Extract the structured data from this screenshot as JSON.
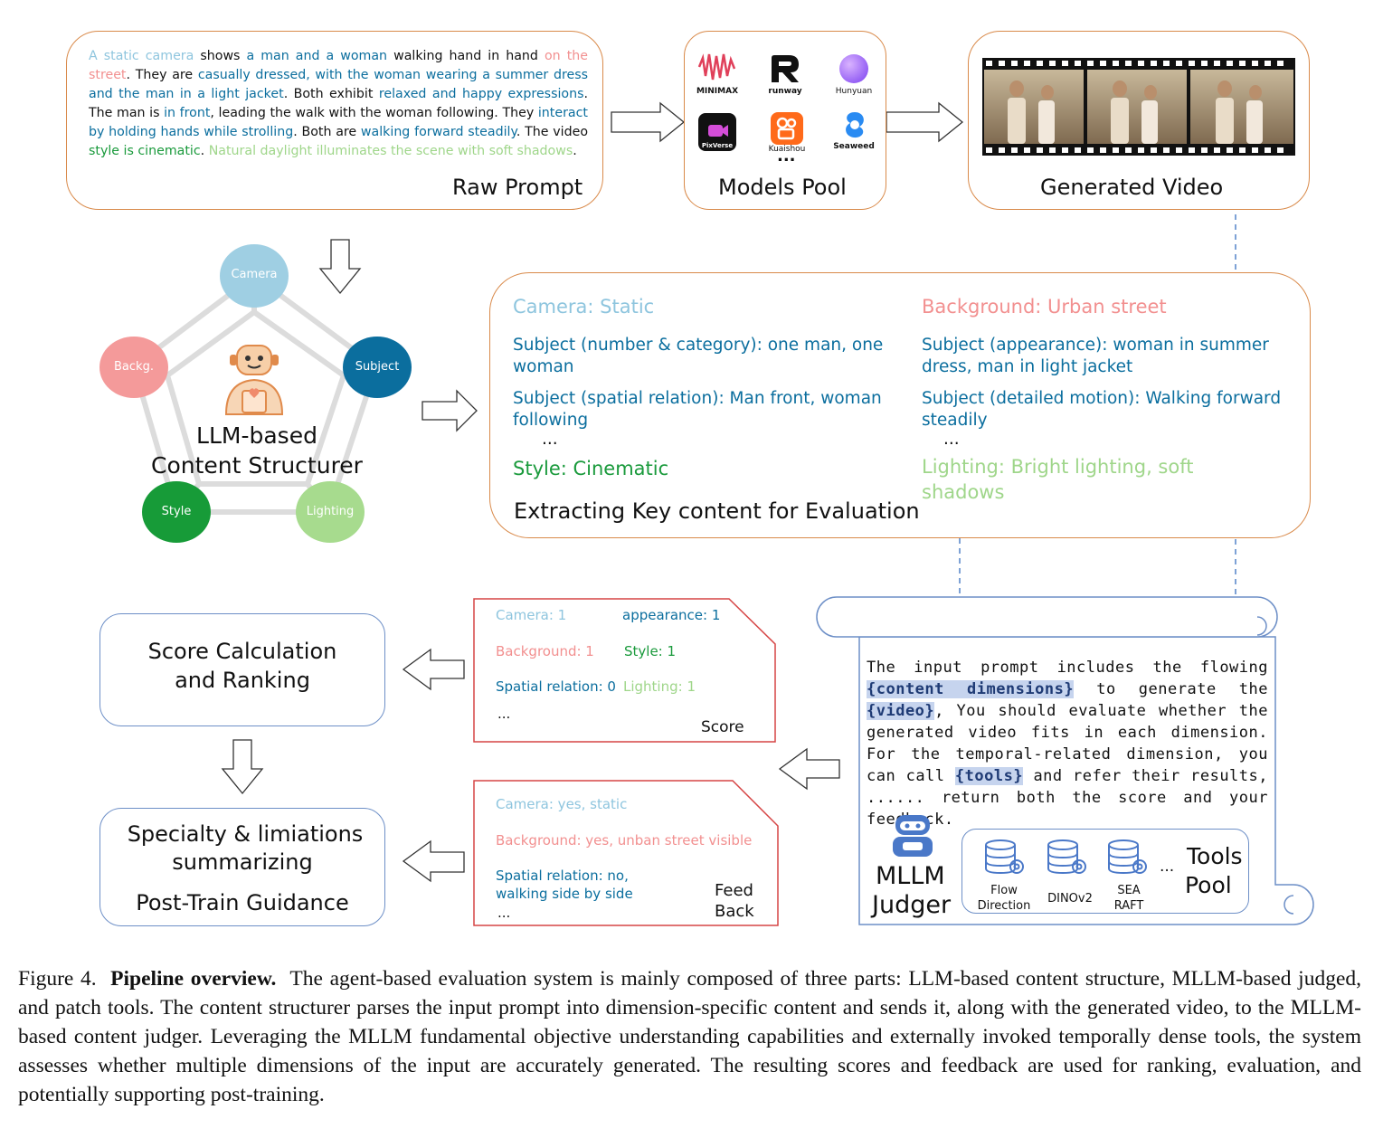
{
  "raw_prompt": {
    "label": "Raw Prompt",
    "segments": [
      {
        "text": "A static camera",
        "cls": "c-camera"
      },
      {
        "text": " shows ",
        "cls": ""
      },
      {
        "text": "a man and a woman",
        "cls": "c-subject"
      },
      {
        "text": " walking hand in hand ",
        "cls": ""
      },
      {
        "text": "on the street",
        "cls": "c-bg"
      },
      {
        "text": ". They are ",
        "cls": ""
      },
      {
        "text": "casually dressed, with the woman wearing a summer dress and the man in a light jacket",
        "cls": "c-subject"
      },
      {
        "text": ". Both exhibit ",
        "cls": ""
      },
      {
        "text": "relaxed and happy expressions",
        "cls": "c-subject"
      },
      {
        "text": ". The man is ",
        "cls": ""
      },
      {
        "text": "in front",
        "cls": "c-subject"
      },
      {
        "text": ", leading the walk with the woman following. They ",
        "cls": ""
      },
      {
        "text": "interact by holding hands while strolling",
        "cls": "c-subject"
      },
      {
        "text": ". Both are ",
        "cls": ""
      },
      {
        "text": "walking forward steadily",
        "cls": "c-subject"
      },
      {
        "text": ". The video ",
        "cls": ""
      },
      {
        "text": "style is cinematic",
        "cls": "c-style"
      },
      {
        "text": ". ",
        "cls": ""
      },
      {
        "text": "Natural daylight illuminates the scene with soft shadows",
        "cls": "c-light"
      },
      {
        "text": ".",
        "cls": ""
      }
    ]
  },
  "models_pool": {
    "label": "Models Pool",
    "models": [
      "MINIMAX",
      "runway",
      "Hunyuan",
      "PixVerse",
      "Kuaishou",
      "Seaweed"
    ],
    "ellipsis": "..."
  },
  "generated_video": {
    "label": "Generated Video"
  },
  "structurer": {
    "label_line1": "LLM-based",
    "label_line2": "Content Structurer",
    "nodes": {
      "camera": "Camera",
      "subject": "Subject",
      "background": "Backg.",
      "style": "Style",
      "lighting": "Lighting"
    }
  },
  "key_content": {
    "title": "Extracting Key content for Evaluation",
    "camera": "Camera: Static",
    "background": "Background: Urban street",
    "subject_number": "Subject (number & category): one man, one woman",
    "subject_appearance": "Subject (appearance): woman in summer dress, man in light jacket",
    "subject_spatial": "Subject (spatial relation): Man front, woman following",
    "subject_motion": "Subject (detailed motion): Walking forward steadily",
    "ellipsis_left": "...",
    "ellipsis_right": "...",
    "style": "Style: Cinematic",
    "lighting": "Lighting: Bright lighting, soft shadows"
  },
  "score_card": {
    "label": "Score",
    "camera": "Camera: 1",
    "appearance": "appearance: 1",
    "background": "Background: 1",
    "style": "Style: 1",
    "spatial": "Spatial relation: 0",
    "lighting": "Lighting: 1",
    "ellipsis": "..."
  },
  "feedback_card": {
    "label_line1": "Feed",
    "label_line2": "Back",
    "camera": "Camera: yes, static",
    "background": "Background: yes, unban street visible",
    "spatial_line1": "Spatial relation: no,",
    "spatial_line2": "walking side by side",
    "ellipsis": "..."
  },
  "score_calc": {
    "line1": "Score Calculation",
    "line2": "and Ranking"
  },
  "specialty": {
    "line1": "Specialty & limiations",
    "line2": "summarizing",
    "line3": "Post-Train Guidance"
  },
  "judger": {
    "label_line1": "MLLM",
    "label_line2": "Judger",
    "t1": "The input prompt includes the flowing ",
    "h1": "{content dimensions}",
    "t2": " to generate the ",
    "h2": "{video}",
    "t3": ", You should evaluate whether the generated video fits in each dimension. For the temporal-related dimension, you can call ",
    "h3": "{tools}",
    "t4": " and refer their results, ...... return both the score and your feedback."
  },
  "tools_pool": {
    "label_line1": "Tools",
    "label_line2": "Pool",
    "tools": [
      {
        "line1": "Flow",
        "line2": "Direction"
      },
      {
        "line1": "DINOv2",
        "line2": ""
      },
      {
        "line1": "SEA",
        "line2": "RAFT"
      }
    ],
    "ellipsis": "..."
  },
  "caption": {
    "prefix": "Figure 4.",
    "bold": "Pipeline overview.",
    "text": "The agent-based evaluation system is mainly composed of three parts: LLM-based content structure, MLLM-based judged, and patch tools. The content structurer parses the input prompt into dimension-specific content and sends it, along with the generated video, to the MLLM-based content judger. Leveraging the MLLM fundamental objective understanding capabilities and externally invoked temporally dense tools, the system assesses whether multiple dimensions of the input are accurately generated. The resulting scores and feedback are used for ranking, evaluation, and potentially supporting post-training."
  },
  "colors": {
    "camera": "#8ec5de",
    "background": "#f29090",
    "subject": "#0b6e9e",
    "style": "#1a9a3c",
    "lighting": "#9fd68a",
    "orange_border": "#d98a4a",
    "blue_border": "#6d8fc7",
    "red_border": "#d64545"
  }
}
